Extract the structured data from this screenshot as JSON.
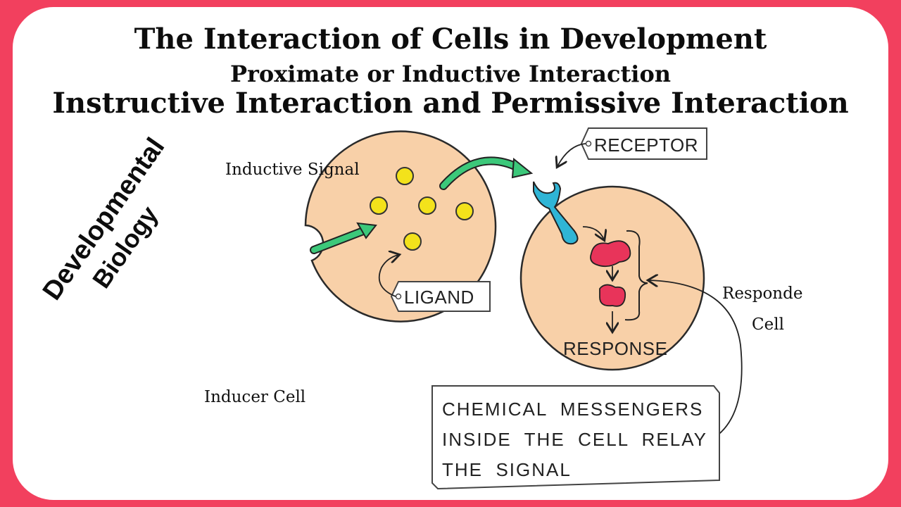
{
  "titles": {
    "main": "The Interaction of Cells in Development",
    "sub1": "Proximate or Inductive Interaction",
    "sub2": "Instructive Interaction and Permissive Interaction"
  },
  "side_text": {
    "line1": "Developmental",
    "line2": "Biology"
  },
  "labels": {
    "inductive_signal": "Inductive Signal",
    "inducer_cell": "Inducer Cell",
    "responde_line1": "Responde",
    "responde_line2": "Cell",
    "receptor": "RECEPTOR",
    "ligand": "LIGAND",
    "response": "RESPONSE"
  },
  "messenger_box": {
    "line1": "CHEMICAL  MESSENGERS",
    "line2": "INSIDE  THE  CELL  RELAY",
    "line3": "THE  SIGNAL"
  },
  "colors": {
    "background": "#f2405e",
    "cell": "#f8d0a8",
    "ligand": "#f3e21b",
    "arrow": "#3cc87a",
    "receptor": "#2fb5d6",
    "messenger": "#e8345a"
  }
}
